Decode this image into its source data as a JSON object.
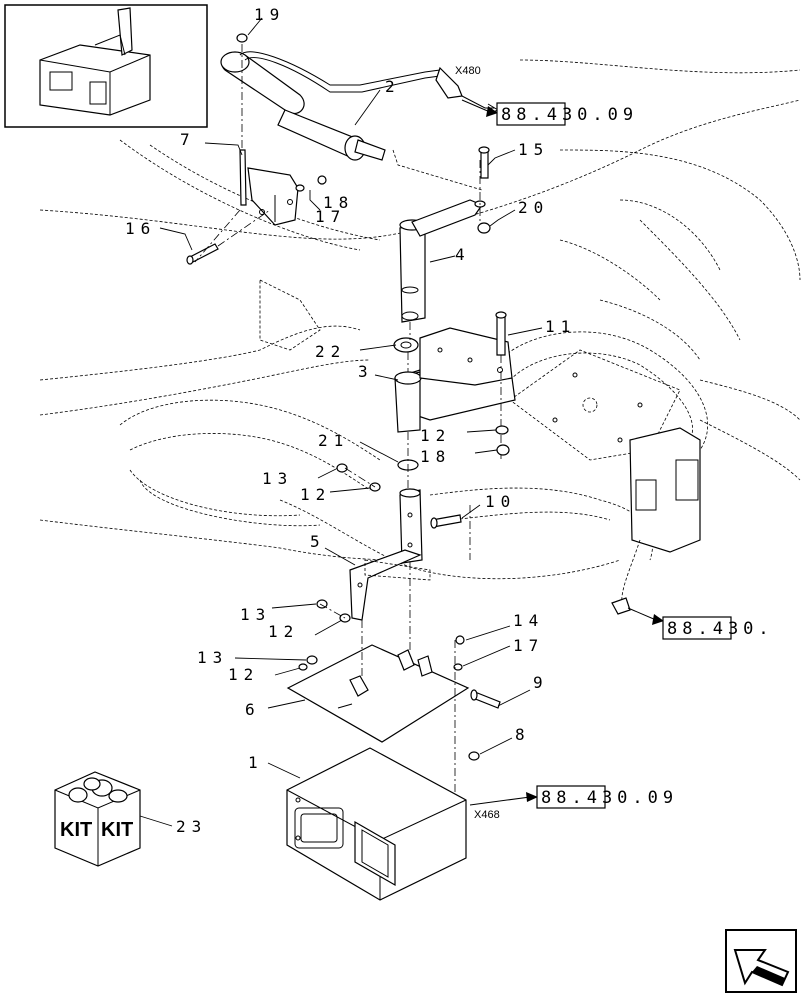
{
  "callouts": {
    "c1": "1",
    "c2": "2",
    "c3": "3",
    "c4": "4",
    "c5": "5",
    "c6": "6",
    "c7": "7",
    "c8": "8",
    "c9": "9",
    "c10": "10",
    "c11": "11",
    "c12a": "12",
    "c12b": "12",
    "c12c": "12",
    "c12d": "12",
    "c13a": "13",
    "c13b": "13",
    "c13c": "13",
    "c14": "14",
    "c15": "15",
    "c16": "16",
    "c17a": "17",
    "c17b": "17",
    "c18a": "18",
    "c18b": "18",
    "c19": "19",
    "c20": "20",
    "c21": "21",
    "c22": "22",
    "c23": "23"
  },
  "connectors": {
    "x480": "X480",
    "x468": "X468"
  },
  "references": {
    "ref_top": "88.430.09",
    "ref_right": "88.430.",
    "ref_bottom": "88.430.09"
  },
  "kit": {
    "label": "KIT"
  },
  "colors": {
    "line": "#000000",
    "paper": "#ffffff"
  },
  "icons": {
    "navigation": "arrow-icon"
  }
}
